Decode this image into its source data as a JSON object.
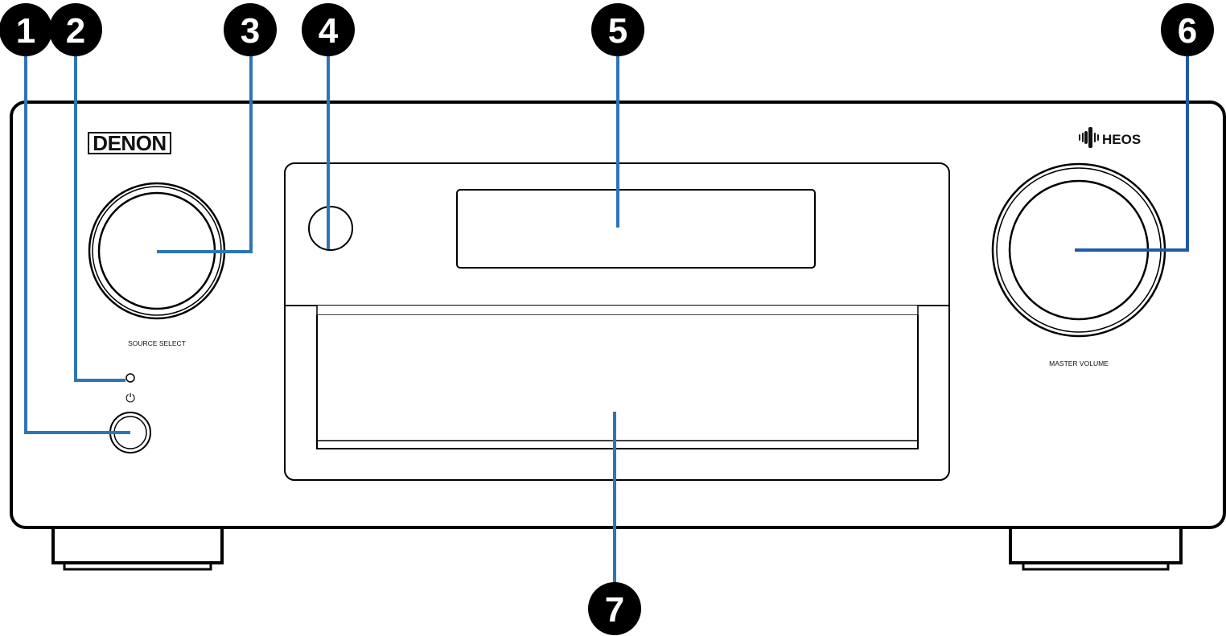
{
  "brand": {
    "logo_text": "DENON",
    "heos_text": "HEOS"
  },
  "labels": {
    "source_select": "SOURCE SELECT",
    "master_volume": "MASTER VOLUME",
    "power_symbol": "⏻"
  },
  "callouts": [
    "1",
    "2",
    "3",
    "4",
    "5",
    "6",
    "7"
  ],
  "colors": {
    "leader_line": "#2e75b6",
    "callout_fill": "#000000",
    "outline": "#000000"
  },
  "icons": {
    "power": "power-icon",
    "heos": "heos-icon"
  }
}
